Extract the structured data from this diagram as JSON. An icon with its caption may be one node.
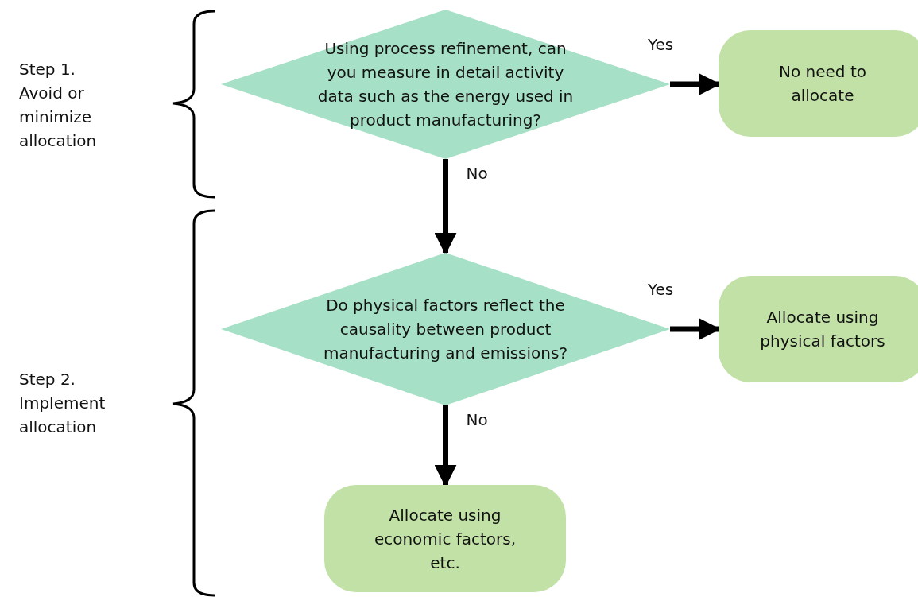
{
  "diagram": {
    "nodes": [
      {
        "text": [
          "Using process refinement, can you measure in detail activity data such as the energy used in product manufacturing?"
        ]
      },
      {
        "text": [
          "No need to allocate"
        ]
      },
      {
        "text": [
          "Do physical factors reflect the causality between product manufacturing and emissions?"
        ]
      },
      {
        "text": [
          "Allocate using physical factors"
        ]
      },
      {
        "text": [
          "Allocate using economic factors, etc."
        ]
      }
    ],
    "edges": [
      {
        "from": 0,
        "to": 1,
        "arrow": "to",
        "label": "Yes"
      },
      {
        "from": 0,
        "to": 2,
        "arrow": "to",
        "label": "No"
      },
      {
        "from": 2,
        "to": 3,
        "arrow": "to",
        "label": "Yes"
      },
      {
        "from": 2,
        "to": 4,
        "arrow": "to",
        "label": "No"
      }
    ],
    "labels": [
      "Step 1. Avoid or minimize allocation",
      "Step 2. Implement allocation"
    ]
  }
}
